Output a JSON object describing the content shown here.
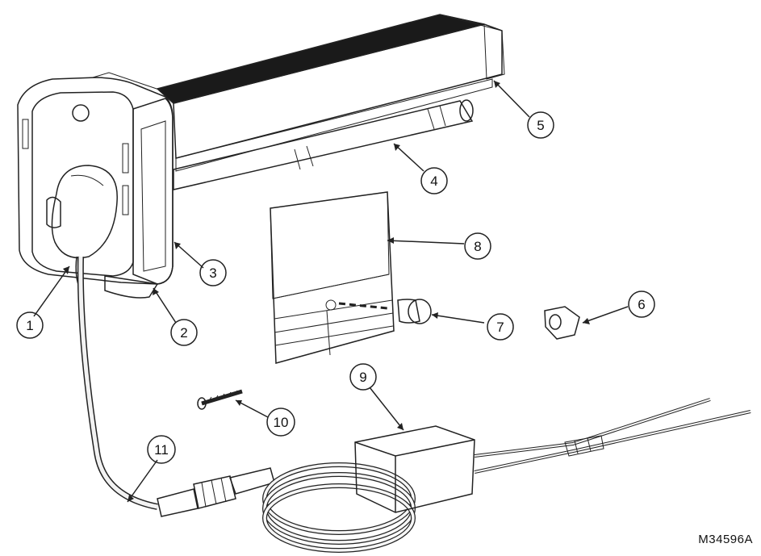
{
  "callouts": [
    {
      "id": 1,
      "label": "1"
    },
    {
      "id": 2,
      "label": "2"
    },
    {
      "id": 3,
      "label": "3"
    },
    {
      "id": 4,
      "label": "4"
    },
    {
      "id": 5,
      "label": "5"
    },
    {
      "id": 6,
      "label": "6"
    },
    {
      "id": 7,
      "label": "7"
    },
    {
      "id": 8,
      "label": "8"
    },
    {
      "id": 9,
      "label": "9"
    },
    {
      "id": 10,
      "label": "10"
    },
    {
      "id": 11,
      "label": "11"
    }
  ],
  "figure_code": "M34596A",
  "colors": {
    "line": "#222222",
    "housing_fill": "#f4f4f4",
    "dark_strip": "#1a1a1a",
    "label_gray": "#b9b9b9"
  }
}
